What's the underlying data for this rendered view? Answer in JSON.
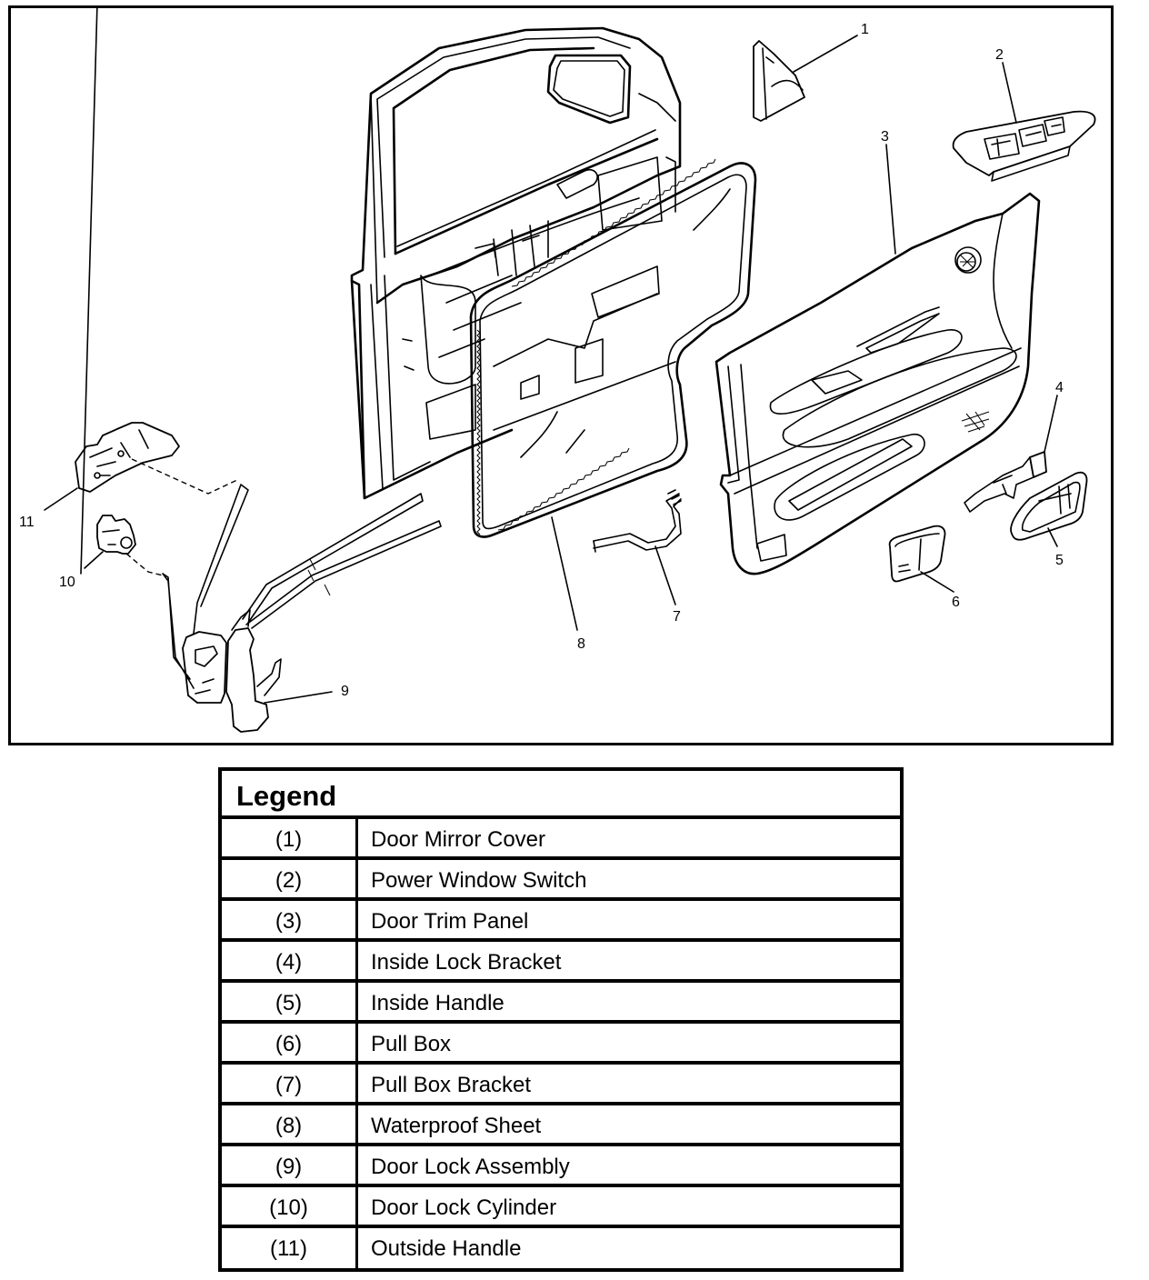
{
  "figure": {
    "description": "Exploded view of front door components",
    "callouts": [
      "1",
      "2",
      "3",
      "4",
      "5",
      "6",
      "7",
      "8",
      "9",
      "10",
      "11"
    ]
  },
  "legend": {
    "title": "Legend",
    "rows": [
      {
        "num": "(1)",
        "label": "Door Mirror Cover"
      },
      {
        "num": "(2)",
        "label": "Power Window Switch"
      },
      {
        "num": "(3)",
        "label": "Door Trim Panel"
      },
      {
        "num": "(4)",
        "label": "Inside Lock Bracket"
      },
      {
        "num": "(5)",
        "label": "Inside Handle"
      },
      {
        "num": "(6)",
        "label": "Pull Box"
      },
      {
        "num": "(7)",
        "label": "Pull Box Bracket"
      },
      {
        "num": "(8)",
        "label": "Waterproof Sheet"
      },
      {
        "num": "(9)",
        "label": "Door Lock Assembly"
      },
      {
        "num": "(10)",
        "label": "Door Lock Cylinder"
      },
      {
        "num": "(11)",
        "label": "Outside Handle"
      }
    ]
  }
}
